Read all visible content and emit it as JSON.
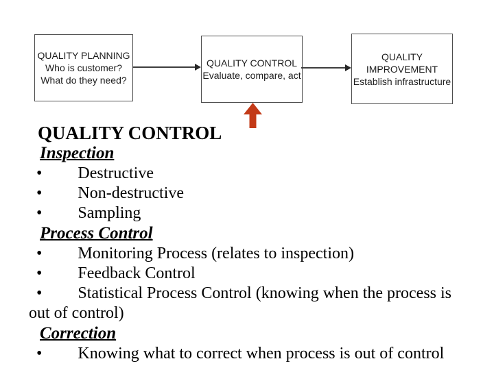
{
  "colors": {
    "accent-red": "#c33a17",
    "box-border": "#4d4d4d",
    "connector": "#3d3d3d"
  },
  "diagram": {
    "boxes": [
      {
        "lines": [
          "QUALITY PLANNING",
          "Who is customer?",
          "What do they need?"
        ]
      },
      {
        "lines": [
          "QUALITY CONTROL",
          "Evaluate, compare, act"
        ]
      },
      {
        "lines": [
          "QUALITY",
          "IMPROVEMENT",
          "Establish infrastructure"
        ]
      }
    ]
  },
  "content": {
    "heading": "QUALITY CONTROL",
    "bullet_glyph": "•",
    "sections": [
      {
        "label": "Inspection",
        "bullets": [
          "Destructive",
          "Non-destructive",
          "Sampling"
        ]
      },
      {
        "label": "Process Control",
        "bullets": [
          "Monitoring Process (relates to inspection)",
          "Feedback Control",
          "Statistical Process Control (knowing when the process is out of control)"
        ]
      },
      {
        "label": "Correction",
        "bullets": [
          "Knowing what to correct when process is out of control"
        ]
      }
    ]
  }
}
